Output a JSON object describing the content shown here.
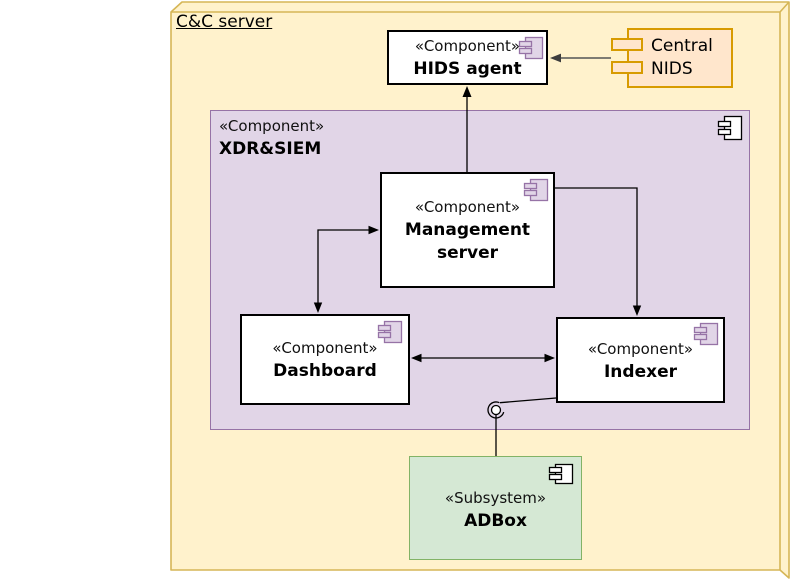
{
  "title": "C&C server",
  "nodes": {
    "hids_agent": {
      "stereotype": "«Component»",
      "name": "HIDS agent"
    },
    "central_nids": {
      "line1": "Central",
      "line2": "NIDS"
    },
    "xdr_siem": {
      "stereotype": "«Component»",
      "name": "XDR&SIEM"
    },
    "management_server": {
      "stereotype": "«Component»",
      "line1": "Management",
      "line2": "server"
    },
    "dashboard": {
      "stereotype": "«Component»",
      "name": "Dashboard"
    },
    "indexer": {
      "stereotype": "«Component»",
      "name": "Indexer"
    },
    "adbox": {
      "stereotype": "«Subsystem»",
      "name": "ADBox"
    }
  },
  "edges": [
    {
      "from": "Management server",
      "to": "HIDS agent",
      "style": "arrow"
    },
    {
      "from": "Central NIDS",
      "to": "HIDS agent",
      "style": "arrow"
    },
    {
      "from": "Management server",
      "to": "Dashboard",
      "style": "double-arrow"
    },
    {
      "from": "Management server",
      "to": "Indexer",
      "style": "arrow"
    },
    {
      "from": "Dashboard",
      "to": "Indexer",
      "style": "double-arrow"
    },
    {
      "from": "ADBox",
      "to": "Indexer",
      "style": "ball-and-socket"
    }
  ],
  "colors": {
    "container_fill": "#FFF2CC",
    "container_stroke": "#D6B656",
    "component_fill": "#E1D5E7",
    "component_stroke": "#9673A6",
    "nids_fill": "#FFE6CC",
    "nids_stroke": "#D79B00",
    "subsystem_fill": "#D5E8D4",
    "subsystem_stroke": "#82B366",
    "node_fill": "#FFFFFF",
    "node_stroke": "#000000",
    "edge_color": "#000000"
  }
}
